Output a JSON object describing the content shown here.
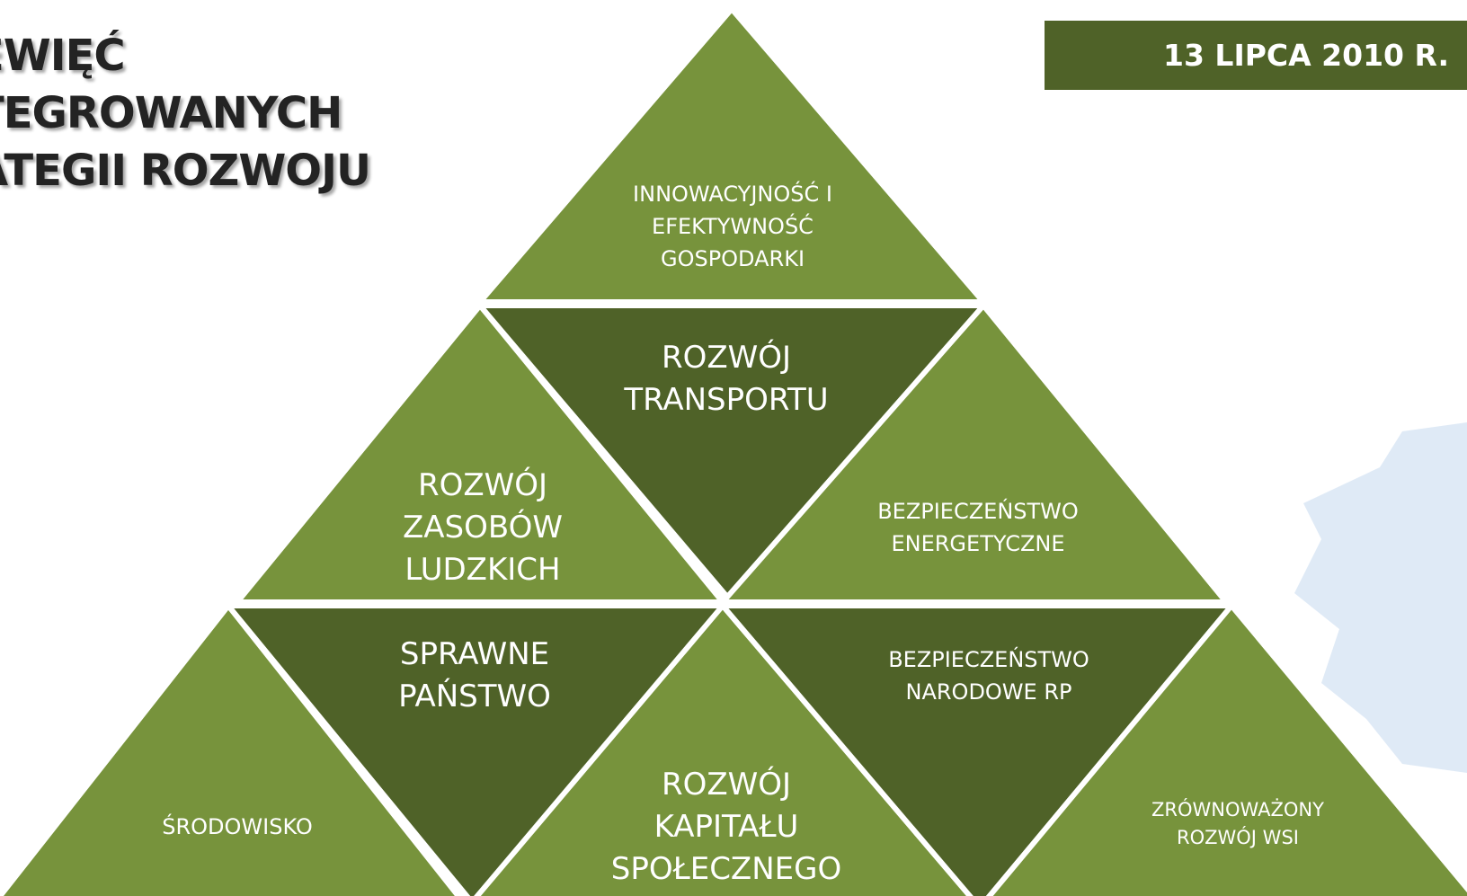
{
  "title": {
    "lines": [
      "EWIĘĆ",
      "TEGROWANYCH",
      "ATEGII ROZWOJU"
    ]
  },
  "date": "13 LIPCA 2010 R.",
  "colors": {
    "light_green": "#77933c",
    "dark_green": "#4f6228",
    "divider": "#ffffff",
    "text": "#ffffff",
    "decor_blue": "#dce8f5"
  },
  "pyramid": {
    "innowacyjnosc": [
      "INNOWACYJNOŚĆ I",
      "EFEKTYWNOŚĆ",
      "GOSPODARKI"
    ],
    "transport": [
      "ROZWÓJ",
      "TRANSPORTU"
    ],
    "zasoby": [
      "ROZWÓJ",
      "ZASOBÓW",
      "LUDZKICH"
    ],
    "energetyka": [
      "BEZPIECZEŃSTWO",
      "ENERGETYCZNE"
    ],
    "panstwo": [
      "SPRAWNE",
      "PAŃSTWO"
    ],
    "narodowe": [
      "BEZPIECZEŃSTWO",
      "NARODOWE RP"
    ],
    "srodowisko": [
      "ŚRODOWISKO"
    ],
    "kapital": [
      "ROZWÓJ",
      "KAPITAŁU",
      "SPOŁECZNEGO"
    ],
    "wies": [
      "ZRÓWNOWAŻONY",
      "ROZWÓJ WSI"
    ]
  }
}
